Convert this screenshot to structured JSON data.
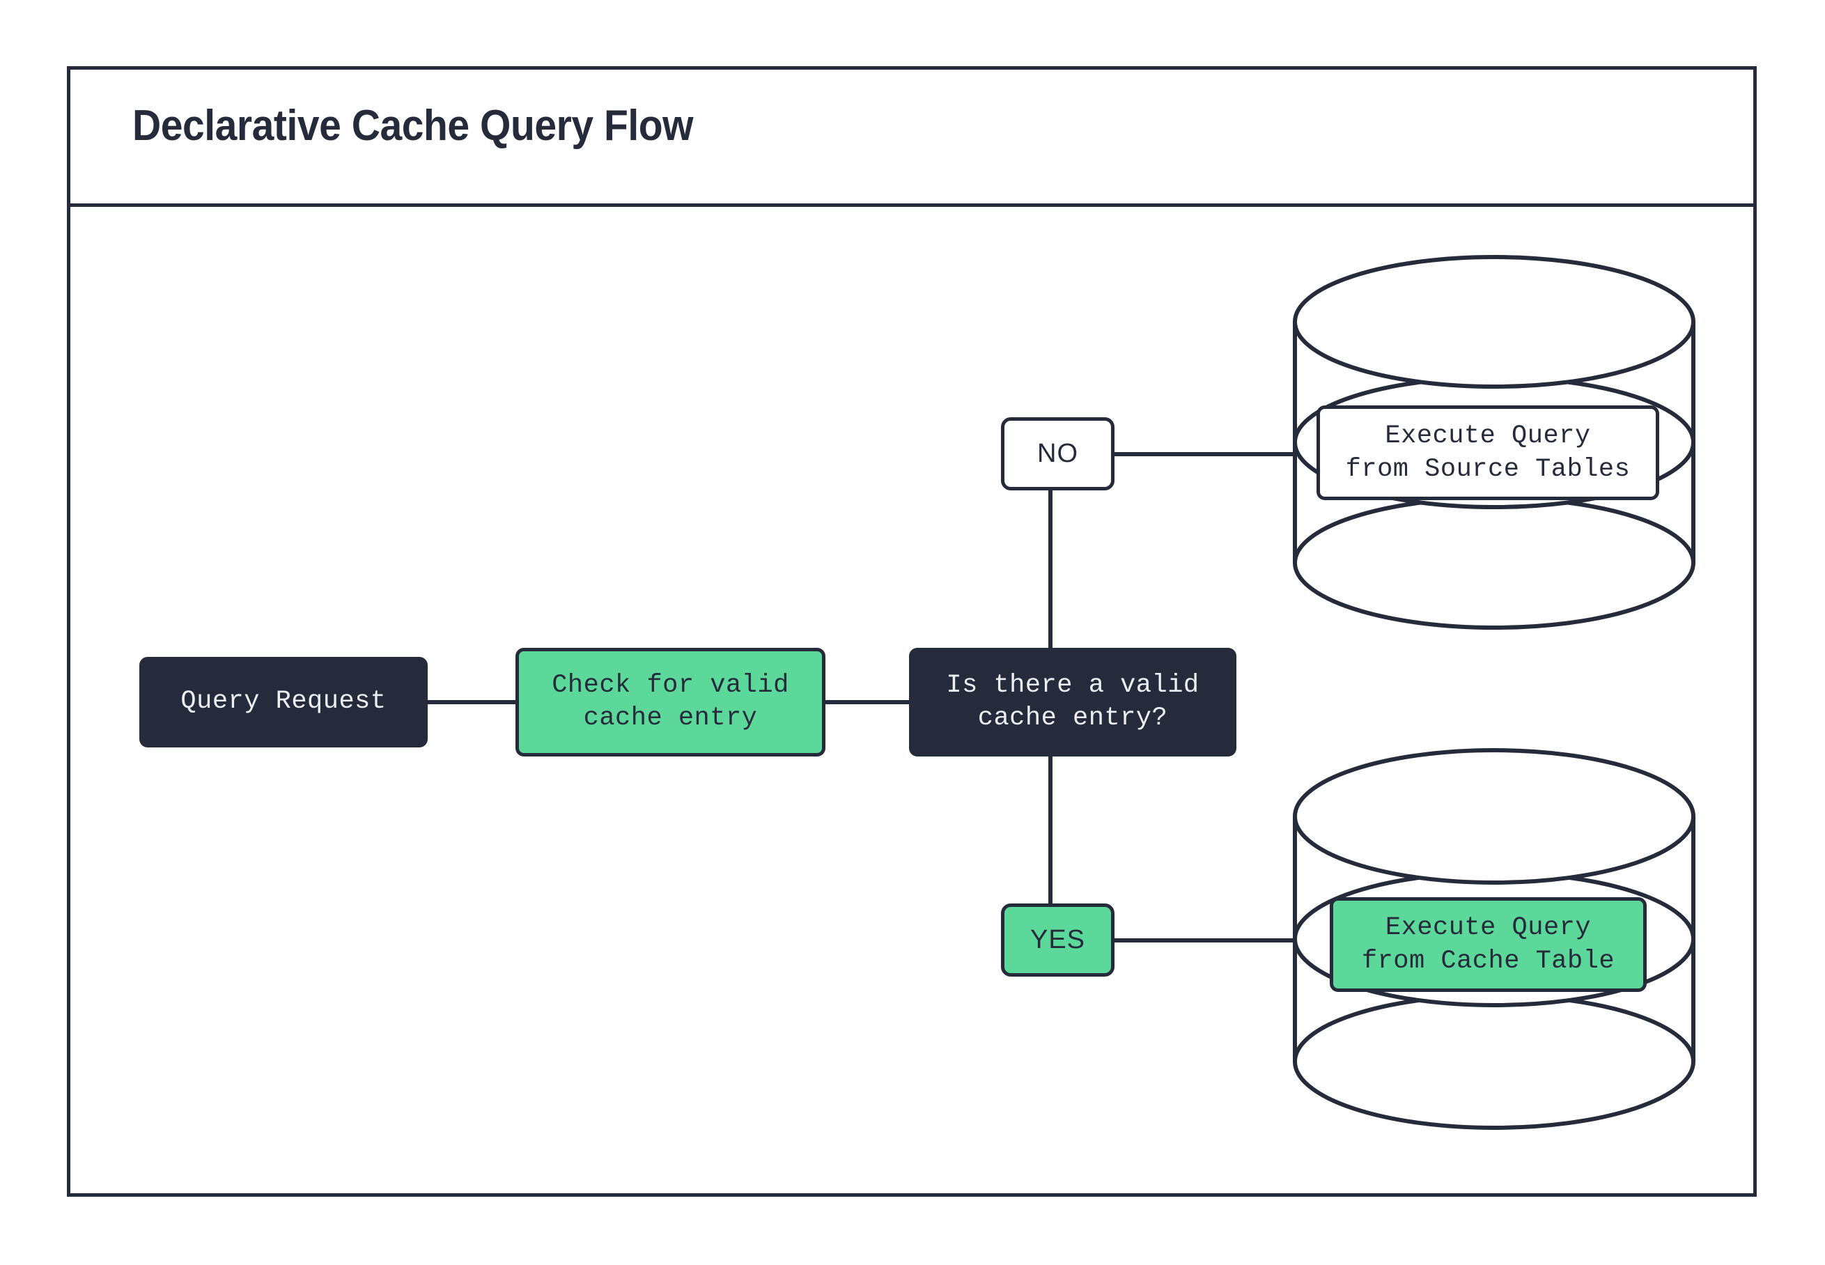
{
  "header": {
    "title": "Declarative Cache Query Flow"
  },
  "diagram": {
    "type": "flowchart",
    "colors": {
      "ink": "#262b3b",
      "accent_green": "#5cd89b",
      "surface": "#ffffff"
    },
    "nodes": [
      {
        "id": "query-request",
        "label": "Query Request",
        "shape": "rounded-rect",
        "style": "dark"
      },
      {
        "id": "check-cache",
        "label": "Check for valid\ncache entry",
        "shape": "rounded-rect",
        "style": "green"
      },
      {
        "id": "decision",
        "label": "Is there a valid\ncache entry?",
        "shape": "rounded-rect",
        "style": "dark"
      },
      {
        "id": "execute-source",
        "label": "Execute Query\nfrom Source Tables",
        "shape": "database-cylinder",
        "style": "white"
      },
      {
        "id": "execute-cache",
        "label": "Execute Query\nfrom Cache Table",
        "shape": "database-cylinder",
        "style": "green"
      }
    ],
    "branch_labels": [
      {
        "id": "no",
        "label": "NO",
        "style": "white"
      },
      {
        "id": "yes",
        "label": "YES",
        "style": "green"
      }
    ],
    "edges": [
      {
        "from": "query-request",
        "to": "check-cache",
        "label": ""
      },
      {
        "from": "check-cache",
        "to": "decision",
        "label": ""
      },
      {
        "from": "decision",
        "to": "no",
        "label": ""
      },
      {
        "from": "no",
        "to": "execute-source",
        "label": "NO"
      },
      {
        "from": "decision",
        "to": "yes",
        "label": ""
      },
      {
        "from": "yes",
        "to": "execute-cache",
        "label": "YES"
      }
    ]
  }
}
